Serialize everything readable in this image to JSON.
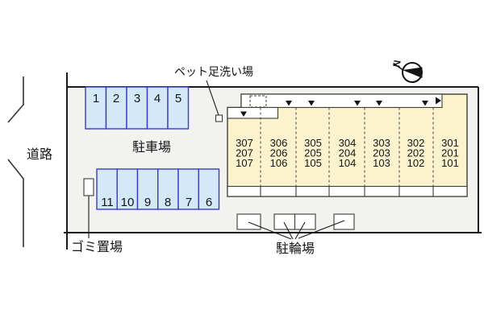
{
  "plan": {
    "labels": {
      "road": "道路",
      "parking_lot": "駐車場",
      "pet_wash": "ペット足洗い場",
      "garbage": "ゴミ置場",
      "bicycle_parking": "駐輪場"
    },
    "compass": {
      "north": "N"
    },
    "parking": {
      "top_row": [
        "1",
        "2",
        "3",
        "4",
        "5"
      ],
      "bottom_row": [
        "11",
        "10",
        "9",
        "8",
        "7",
        "6"
      ]
    },
    "building": {
      "units": [
        {
          "rooms": [
            "307",
            "207",
            "107"
          ]
        },
        {
          "rooms": [
            "306",
            "206",
            "106"
          ]
        },
        {
          "rooms": [
            "305",
            "205",
            "105"
          ]
        },
        {
          "rooms": [
            "304",
            "204",
            "104"
          ]
        },
        {
          "rooms": [
            "303",
            "203",
            "103"
          ]
        },
        {
          "rooms": [
            "302",
            "202",
            "102"
          ]
        },
        {
          "rooms": [
            "301",
            "201",
            "101"
          ]
        }
      ]
    },
    "colors": {
      "site_fill": "#f2f2f0",
      "building_fill": "#faf3cd",
      "parking_fill": "#d3e9f8",
      "parking_border": "#3b3bc9",
      "white": "#ffffff"
    }
  }
}
